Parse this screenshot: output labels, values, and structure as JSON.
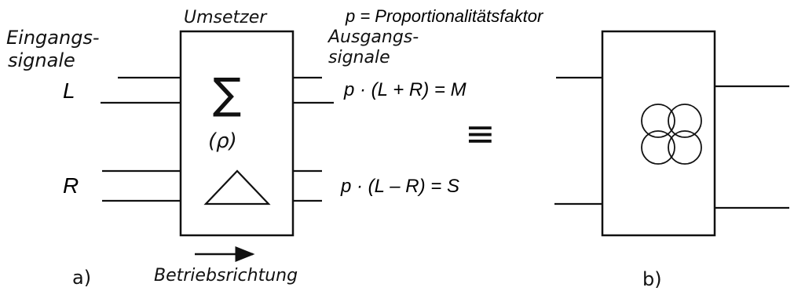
{
  "left_diagram": {
    "box_title": "Umsetzer",
    "inputs_label_line1": "Eingangs-",
    "inputs_label_line2": "signale",
    "input_L": "L",
    "input_R": "R",
    "sum_symbol": "∑",
    "factor": "(ρ)",
    "diff_symbol": "△",
    "outputs_label_line1": "Ausgangs-",
    "outputs_label_line2": "signale",
    "output_M": "p · (L + R) = M",
    "output_S": "p · (L – R) = S",
    "direction_label": "Betriebsrichtung",
    "panel_label": "a)"
  },
  "note": "p = Proportionalitätsfaktor",
  "equivalence_symbol": "≡",
  "right_diagram": {
    "panel_label": "b)",
    "symbol_icon": "four-circle-matrix-icon"
  }
}
